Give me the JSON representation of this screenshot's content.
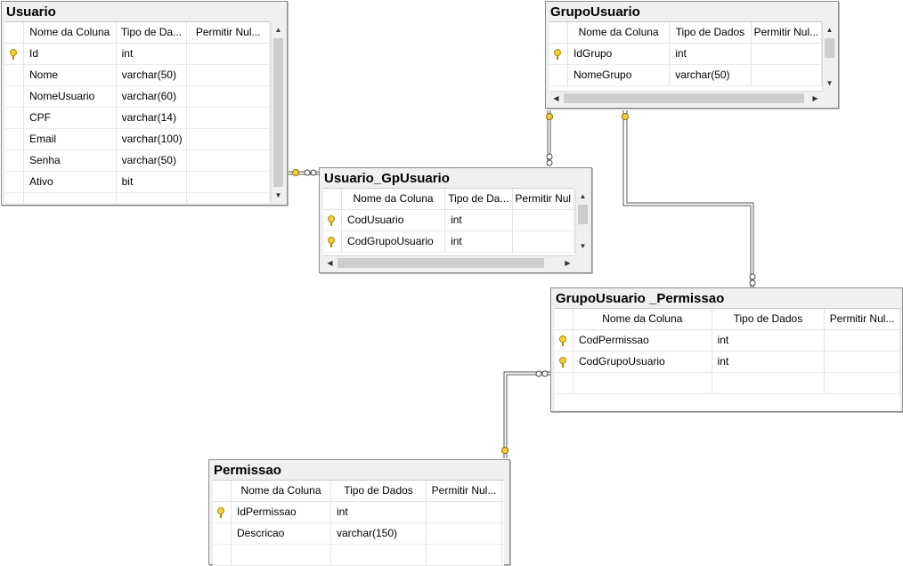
{
  "tables": {
    "usuario": {
      "title": "Usuario",
      "headers": [
        "Nome da Coluna",
        "Tipo de Da...",
        "Permitir Nul..."
      ],
      "rows": [
        {
          "name": "Id",
          "type": "int"
        },
        {
          "name": "Nome",
          "type": "varchar(50)"
        },
        {
          "name": "NomeUsuario",
          "type": "varchar(60)"
        },
        {
          "name": "CPF",
          "type": "varchar(14)"
        },
        {
          "name": "Email",
          "type": "varchar(100)"
        },
        {
          "name": "Senha",
          "type": "varchar(50)"
        },
        {
          "name": "Ativo",
          "type": "bit"
        }
      ]
    },
    "grupo_usuario": {
      "title": "GrupoUsuario",
      "headers": [
        "Nome da Coluna",
        "Tipo de Dados",
        "Permitir Nul..."
      ],
      "rows": [
        {
          "name": "IdGrupo",
          "type": "int"
        },
        {
          "name": "NomeGrupo",
          "type": "varchar(50)"
        }
      ]
    },
    "usuario_gpusuario": {
      "title": "Usuario_GpUsuario",
      "headers": [
        "Nome da Coluna",
        "Tipo de Da...",
        "Permitir Nul"
      ],
      "rows": [
        {
          "name": "CodUsuario",
          "type": "int"
        },
        {
          "name": "CodGrupoUsuario",
          "type": "int"
        }
      ]
    },
    "grupousuario_permissao": {
      "title": "GrupoUsuario _Permissao",
      "headers": [
        "Nome da Coluna",
        "Tipo de Dados",
        "Permitir Nul..."
      ],
      "rows": [
        {
          "name": "CodPermissao",
          "type": "int"
        },
        {
          "name": "CodGrupoUsuario",
          "type": "int"
        }
      ]
    },
    "permissao": {
      "title": "Permissao",
      "headers": [
        "Nome da Coluna",
        "Tipo de Dados",
        "Permitir Nul..."
      ],
      "rows": [
        {
          "name": "IdPermissao",
          "type": "int"
        },
        {
          "name": "Descricao",
          "type": "varchar(150)"
        }
      ]
    }
  },
  "icons": {
    "key": "primary-key-icon",
    "scroll_up": "▲",
    "scroll_down": "▼",
    "scroll_left": "◀",
    "scroll_right": "▶"
  },
  "colors": {
    "key_fill": "#f4d03f",
    "relationship_line": "#555555"
  }
}
